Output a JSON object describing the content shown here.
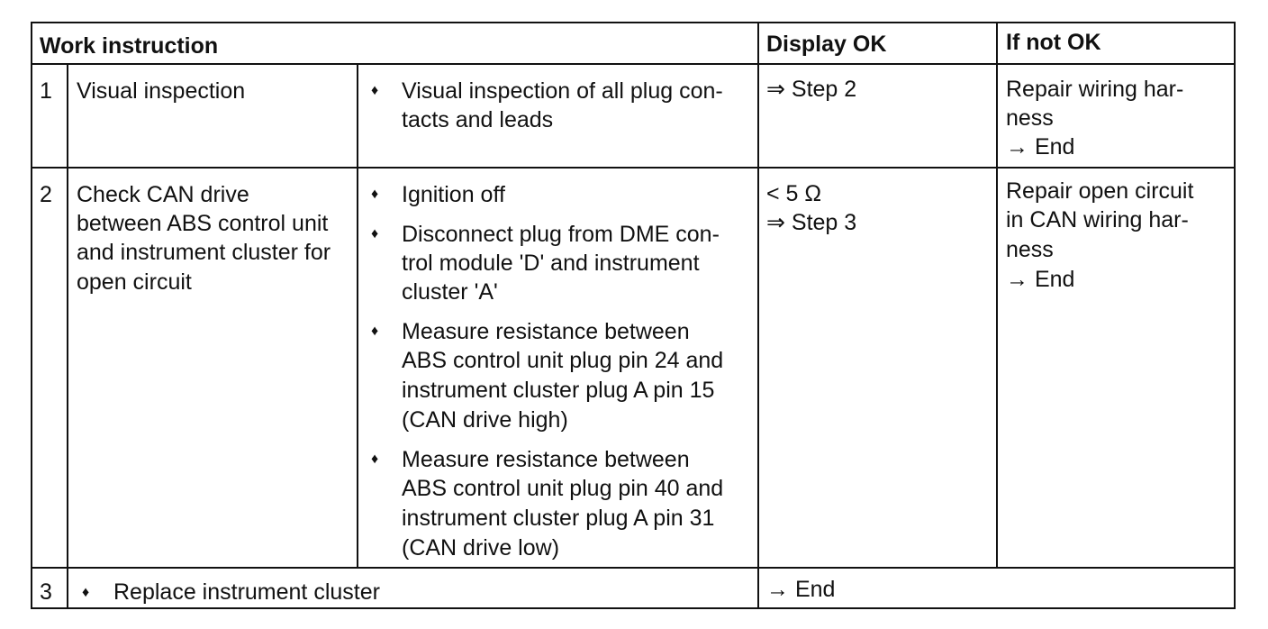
{
  "header": {
    "work_instruction": "Work instruction",
    "display_ok": "Display OK",
    "if_not_ok": "If not OK"
  },
  "bullet_glyph": "♦",
  "rows": [
    {
      "number": "1",
      "title_lines": [
        "Visual inspection"
      ],
      "bullets": [
        {
          "lines": [
            "Visual inspection of all plug con-",
            "tacts and leads"
          ]
        }
      ],
      "display_ok_lines": [
        "⇒ Step 2"
      ],
      "if_not_ok_lines": [
        "Repair wiring har-",
        "ness",
        "→ End"
      ]
    },
    {
      "number": "2",
      "title_lines": [
        "Check CAN drive",
        "between ABS control unit",
        "and instrument cluster for",
        "open circuit"
      ],
      "bullets": [
        {
          "lines": [
            "Ignition off"
          ]
        },
        {
          "lines": [
            "Disconnect plug from DME con-",
            "trol module 'D' and instrument",
            "cluster 'A'"
          ]
        },
        {
          "lines": [
            "Measure resistance between",
            "ABS control unit plug pin 24 and",
            "instrument cluster plug A pin 15",
            "(CAN drive high)"
          ]
        },
        {
          "lines": [
            "Measure resistance between",
            "ABS control unit plug pin 40 and",
            "instrument cluster plug A pin 31",
            "(CAN drive low)"
          ]
        }
      ],
      "display_ok_lines": [
        "< 5 Ω",
        "⇒ Step 3"
      ],
      "if_not_ok_lines": [
        "Repair open circuit",
        "in CAN wiring har-",
        "ness",
        "→ End"
      ]
    },
    {
      "number": "3",
      "bullets": [
        {
          "lines": [
            "Replace instrument cluster"
          ]
        }
      ],
      "display_ok_lines": [
        "→ End"
      ]
    }
  ]
}
